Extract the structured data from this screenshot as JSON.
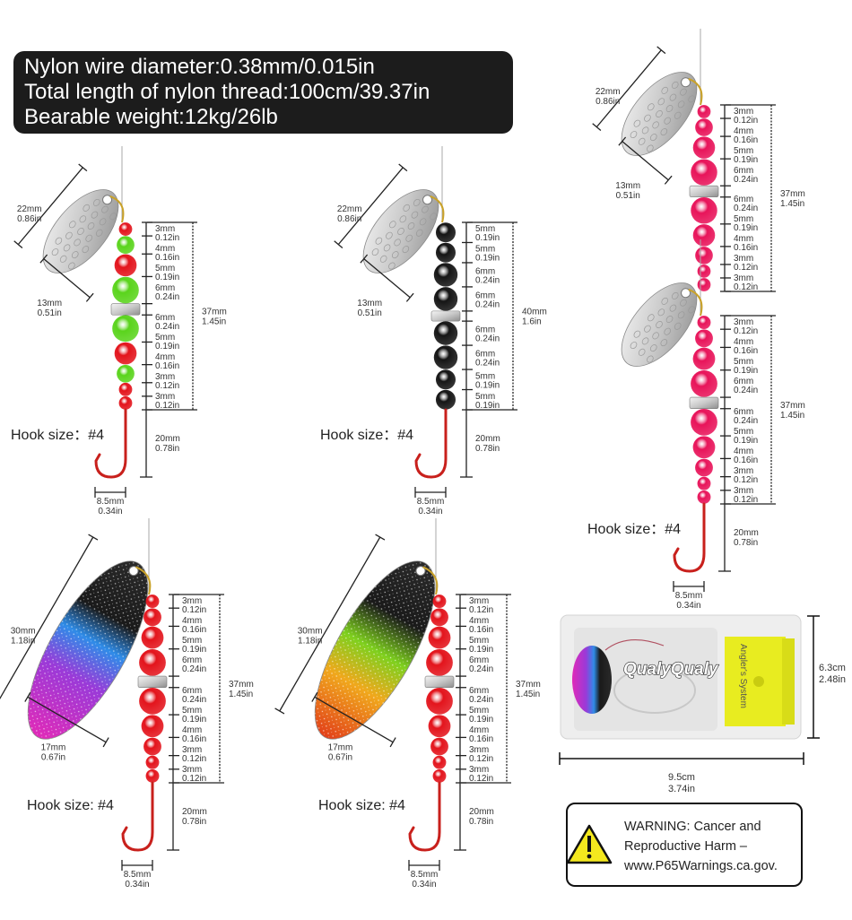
{
  "specs": [
    "Nylon wire diameter:0.38mm/0.015in",
    "Total length of nylon thread:100cm/39.37in",
    "Bearable weight:12kg/26lb"
  ],
  "colors": {
    "red": "#e3141c",
    "green": "#5ad41c",
    "black": "#151515",
    "pink": "#e8145a",
    "hook": "#c8201c"
  },
  "lures": [
    {
      "blade_style": "silver",
      "blade_length": [
        "22mm",
        "0.86in"
      ],
      "blade_width": [
        "13mm",
        "0.51in"
      ],
      "sections": [
        {
          "total": [
            "37mm",
            "1.45in"
          ],
          "beads": [
            {
              "mm": "3mm",
              "in": "0.12in",
              "color": "red"
            },
            {
              "mm": "4mm",
              "in": "0.16in",
              "color": "green"
            },
            {
              "mm": "5mm",
              "in": "0.19in",
              "color": "red"
            },
            {
              "mm": "6mm",
              "in": "0.24in",
              "color": "green"
            },
            {
              "mm": "6mm",
              "in": "0.24in",
              "color": "green"
            },
            {
              "mm": "5mm",
              "in": "0.19in",
              "color": "red"
            },
            {
              "mm": "4mm",
              "in": "0.16in",
              "color": "green"
            },
            {
              "mm": "3mm",
              "in": "0.12in",
              "color": "red"
            },
            {
              "mm": "3mm",
              "in": "0.12in",
              "color": "red"
            }
          ]
        }
      ],
      "hook_length": [
        "20mm",
        "0.78in"
      ],
      "hook_width": [
        "8.5mm",
        "0.34in"
      ],
      "hook_size": "Hook size：#4"
    },
    {
      "blade_style": "silver",
      "blade_length": [
        "22mm",
        "0.86in"
      ],
      "blade_width": [
        "13mm",
        "0.51in"
      ],
      "sections": [
        {
          "total": [
            "40mm",
            "1.6in"
          ],
          "beads": [
            {
              "mm": "5mm",
              "in": "0.19in",
              "color": "black"
            },
            {
              "mm": "5mm",
              "in": "0.19in",
              "color": "black"
            },
            {
              "mm": "6mm",
              "in": "0.24in",
              "color": "black"
            },
            {
              "mm": "6mm",
              "in": "0.24in",
              "color": "black"
            },
            {
              "mm": "6mm",
              "in": "0.24in",
              "color": "black"
            },
            {
              "mm": "6mm",
              "in": "0.24in",
              "color": "black"
            },
            {
              "mm": "5mm",
              "in": "0.19in",
              "color": "black"
            },
            {
              "mm": "5mm",
              "in": "0.19in",
              "color": "black"
            }
          ]
        }
      ],
      "hook_length": [
        "20mm",
        "0.78in"
      ],
      "hook_width": [
        "8.5mm",
        "0.34in"
      ],
      "hook_size": "Hook size：#4"
    },
    {
      "blade_style": "silver",
      "blade_length": [
        "22mm",
        "0.86in"
      ],
      "blade_width": [
        "13mm",
        "0.51in"
      ],
      "sections": [
        {
          "total": [
            "37mm",
            "1.45in"
          ],
          "beads": [
            {
              "mm": "3mm",
              "in": "0.12in",
              "color": "pink"
            },
            {
              "mm": "4mm",
              "in": "0.16in",
              "color": "pink"
            },
            {
              "mm": "5mm",
              "in": "0.19in",
              "color": "pink"
            },
            {
              "mm": "6mm",
              "in": "0.24in",
              "color": "pink"
            },
            {
              "mm": "6mm",
              "in": "0.24in",
              "color": "pink"
            },
            {
              "mm": "5mm",
              "in": "0.19in",
              "color": "pink"
            },
            {
              "mm": "4mm",
              "in": "0.16in",
              "color": "pink"
            },
            {
              "mm": "3mm",
              "in": "0.12in",
              "color": "pink"
            },
            {
              "mm": "3mm",
              "in": "0.12in",
              "color": "pink"
            }
          ]
        },
        {
          "total": [
            "37mm",
            "1.45in"
          ],
          "beads": [
            {
              "mm": "3mm",
              "in": "0.12in",
              "color": "pink"
            },
            {
              "mm": "4mm",
              "in": "0.16in",
              "color": "pink"
            },
            {
              "mm": "5mm",
              "in": "0.19in",
              "color": "pink"
            },
            {
              "mm": "6mm",
              "in": "0.24in",
              "color": "pink"
            },
            {
              "mm": "6mm",
              "in": "0.24in",
              "color": "pink"
            },
            {
              "mm": "5mm",
              "in": "0.19in",
              "color": "pink"
            },
            {
              "mm": "4mm",
              "in": "0.16in",
              "color": "pink"
            },
            {
              "mm": "3mm",
              "in": "0.12in",
              "color": "pink"
            },
            {
              "mm": "3mm",
              "in": "0.12in",
              "color": "pink"
            }
          ]
        }
      ],
      "hook_length": [
        "20mm",
        "0.78in"
      ],
      "hook_width": [
        "8.5mm",
        "0.34in"
      ],
      "hook_size": "Hook size：#4"
    },
    {
      "blade_style": "rainbow-pink",
      "blade_length": [
        "30mm",
        "1.18in"
      ],
      "blade_width": [
        "17mm",
        "0.67in"
      ],
      "sections": [
        {
          "total": [
            "37mm",
            "1.45in"
          ],
          "beads": [
            {
              "mm": "3mm",
              "in": "0.12in",
              "color": "red"
            },
            {
              "mm": "4mm",
              "in": "0.16in",
              "color": "red"
            },
            {
              "mm": "5mm",
              "in": "0.19in",
              "color": "red"
            },
            {
              "mm": "6mm",
              "in": "0.24in",
              "color": "red"
            },
            {
              "mm": "6mm",
              "in": "0.24in",
              "color": "red"
            },
            {
              "mm": "5mm",
              "in": "0.19in",
              "color": "red"
            },
            {
              "mm": "4mm",
              "in": "0.16in",
              "color": "red"
            },
            {
              "mm": "3mm",
              "in": "0.12in",
              "color": "red"
            },
            {
              "mm": "3mm",
              "in": "0.12in",
              "color": "red"
            }
          ]
        }
      ],
      "hook_length": [
        "20mm",
        "0.78in"
      ],
      "hook_width": [
        "8.5mm",
        "0.34in"
      ],
      "hook_size": "Hook size:  #4"
    },
    {
      "blade_style": "rainbow-orange",
      "blade_length": [
        "30mm",
        "1.18in"
      ],
      "blade_width": [
        "17mm",
        "0.67in"
      ],
      "sections": [
        {
          "total": [
            "37mm",
            "1.45in"
          ],
          "beads": [
            {
              "mm": "3mm",
              "in": "0.12in",
              "color": "red"
            },
            {
              "mm": "4mm",
              "in": "0.16in",
              "color": "red"
            },
            {
              "mm": "5mm",
              "in": "0.19in",
              "color": "red"
            },
            {
              "mm": "6mm",
              "in": "0.24in",
              "color": "red"
            },
            {
              "mm": "6mm",
              "in": "0.24in",
              "color": "red"
            },
            {
              "mm": "5mm",
              "in": "0.19in",
              "color": "red"
            },
            {
              "mm": "4mm",
              "in": "0.16in",
              "color": "red"
            },
            {
              "mm": "3mm",
              "in": "0.12in",
              "color": "red"
            },
            {
              "mm": "3mm",
              "in": "0.12in",
              "color": "red"
            }
          ]
        }
      ],
      "hook_length": [
        "20mm",
        "0.78in"
      ],
      "hook_width": [
        "8.5mm",
        "0.34in"
      ],
      "hook_size": "Hook size:  #4"
    }
  ],
  "box": {
    "logo": "QualyQualy",
    "card": "Angler's System",
    "height": [
      "6.3cm",
      "2.48in"
    ],
    "width": [
      "9.5cm",
      "3.74in"
    ]
  },
  "warning": {
    "icon": "warning-triangle-icon",
    "lines": [
      "WARNING: Cancer and",
      "Reproductive Harm –",
      "www.P65Warnings.ca.gov."
    ]
  }
}
